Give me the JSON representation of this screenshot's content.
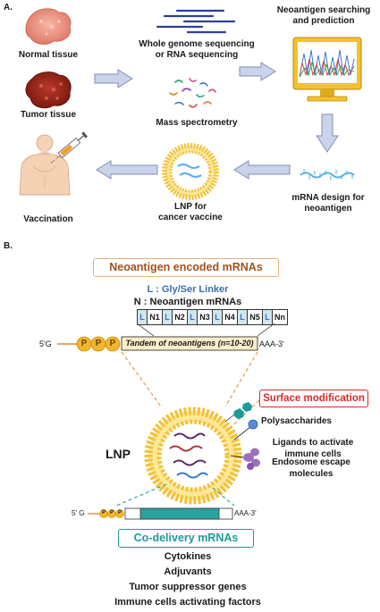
{
  "panel_a": {
    "letter": "A.",
    "normal_tissue": "Normal tissue",
    "tumor_tissue": "Tumor tissue",
    "sequencing_line1": "Whole genome sequencing",
    "sequencing_line2": "or RNA sequencing",
    "mass_spec": "Mass spectrometry",
    "neoantigen_search_line1": "Neoantigen searching",
    "neoantigen_search_line2": "and prediction",
    "mrna_design_line1": "mRNA design for",
    "mrna_design_line2": "neoantigen",
    "lnp_line1": "LNP for",
    "lnp_line2": "cancer vaccine",
    "vaccination": "Vaccination"
  },
  "panel_b": {
    "letter": "B.",
    "encoded_title": "Neoantigen encoded mRNAs",
    "legend_L": "L : Gly/Ser Linker",
    "legend_N": "N : Neoantigen mRNAs",
    "construct_units": [
      "L",
      "N1",
      "L",
      "N2",
      "L",
      "N3",
      "L",
      "N4",
      "L",
      "N5",
      "L",
      "Nn"
    ],
    "five_prime": "5'G",
    "p_letter": "P",
    "tandem_label": "Tandem of neoantigens (n=10-20)",
    "three_prime": "AAA-3'",
    "surface_title": "Surface modification",
    "polysaccharides": "Polysaccharides",
    "ligands_line1": "Ligands to activate",
    "ligands_line2": "immune cells",
    "endosome_line1": "Endosome escape",
    "endosome_line2": "molecules",
    "lnp_label": "LNP",
    "small_five_prime": "5' G",
    "small_three_prime": "AAA-3'",
    "codelivery_title": "Co-delivery mRNAs",
    "codelivery_items": [
      "Cytokines",
      "Adjuvants",
      "Tumor suppressor genes",
      "Immune cells activating factors"
    ]
  },
  "colors": {
    "arrow_fill": "#c9d3ea",
    "arrow_stroke": "#7f8fb8",
    "brown_accent": "#a0521d",
    "red_accent": "#d62b2b",
    "teal_accent": "#1e9a9a",
    "lnp_yellow": "#f2c23a",
    "linker_blue": "#3b6db3"
  }
}
